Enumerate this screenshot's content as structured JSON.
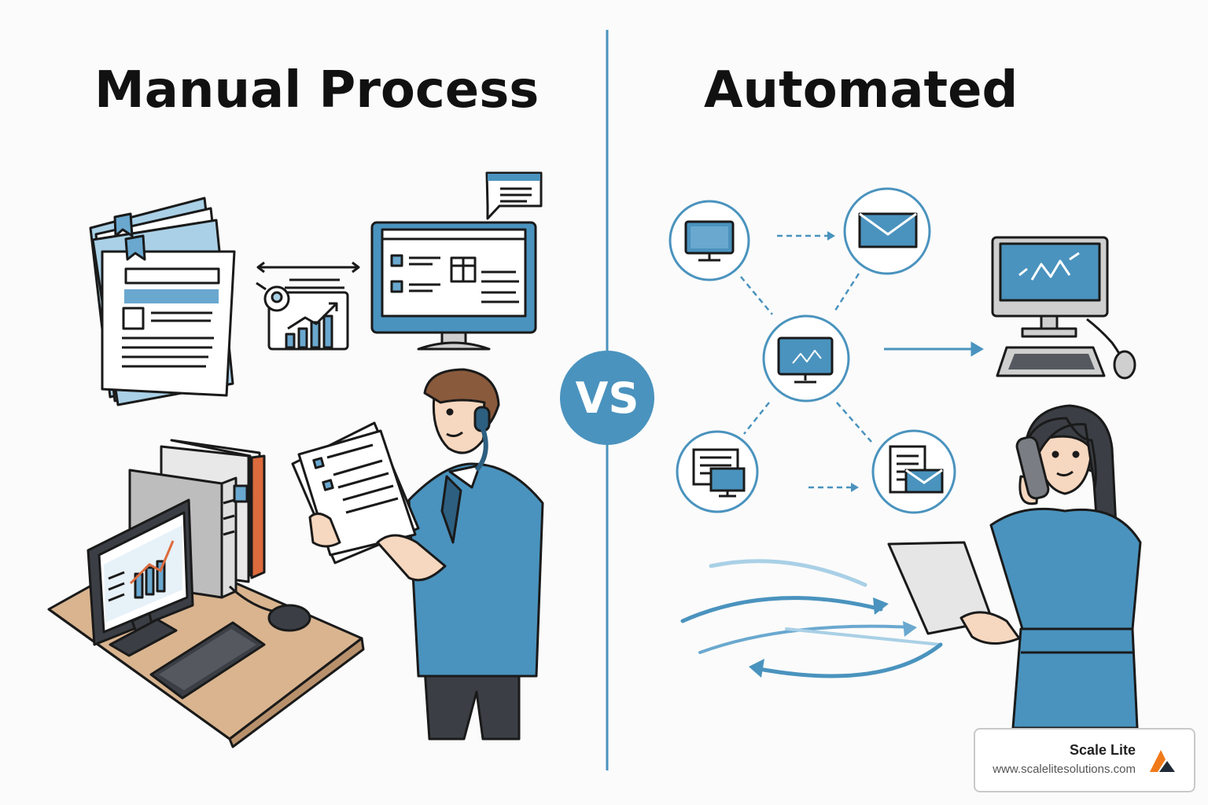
{
  "titles": {
    "left": "Manual Process",
    "right": "Automated"
  },
  "vs_label": "VS",
  "brand": {
    "name": "Scale Lite",
    "url": "www.scalelitesolutions.com"
  },
  "colors": {
    "accent_blue": "#4a93be",
    "light_blue": "#a9d0e6",
    "ink": "#1a1a1a",
    "desk_tan": "#d9b48f",
    "brand_orange": "#f07a1a"
  },
  "icons": {
    "left": [
      "document-stack-icon",
      "chart-card-icon",
      "desktop-monitor-icon",
      "chat-bubble-icon",
      "desk-computer-icon",
      "businessman-with-papers-icon"
    ],
    "right": [
      "network-hub-icon",
      "monitor-node-icon",
      "email-node-icon",
      "analytics-computer-icon",
      "flow-arrows-icon",
      "businesswoman-on-phone-icon"
    ]
  }
}
